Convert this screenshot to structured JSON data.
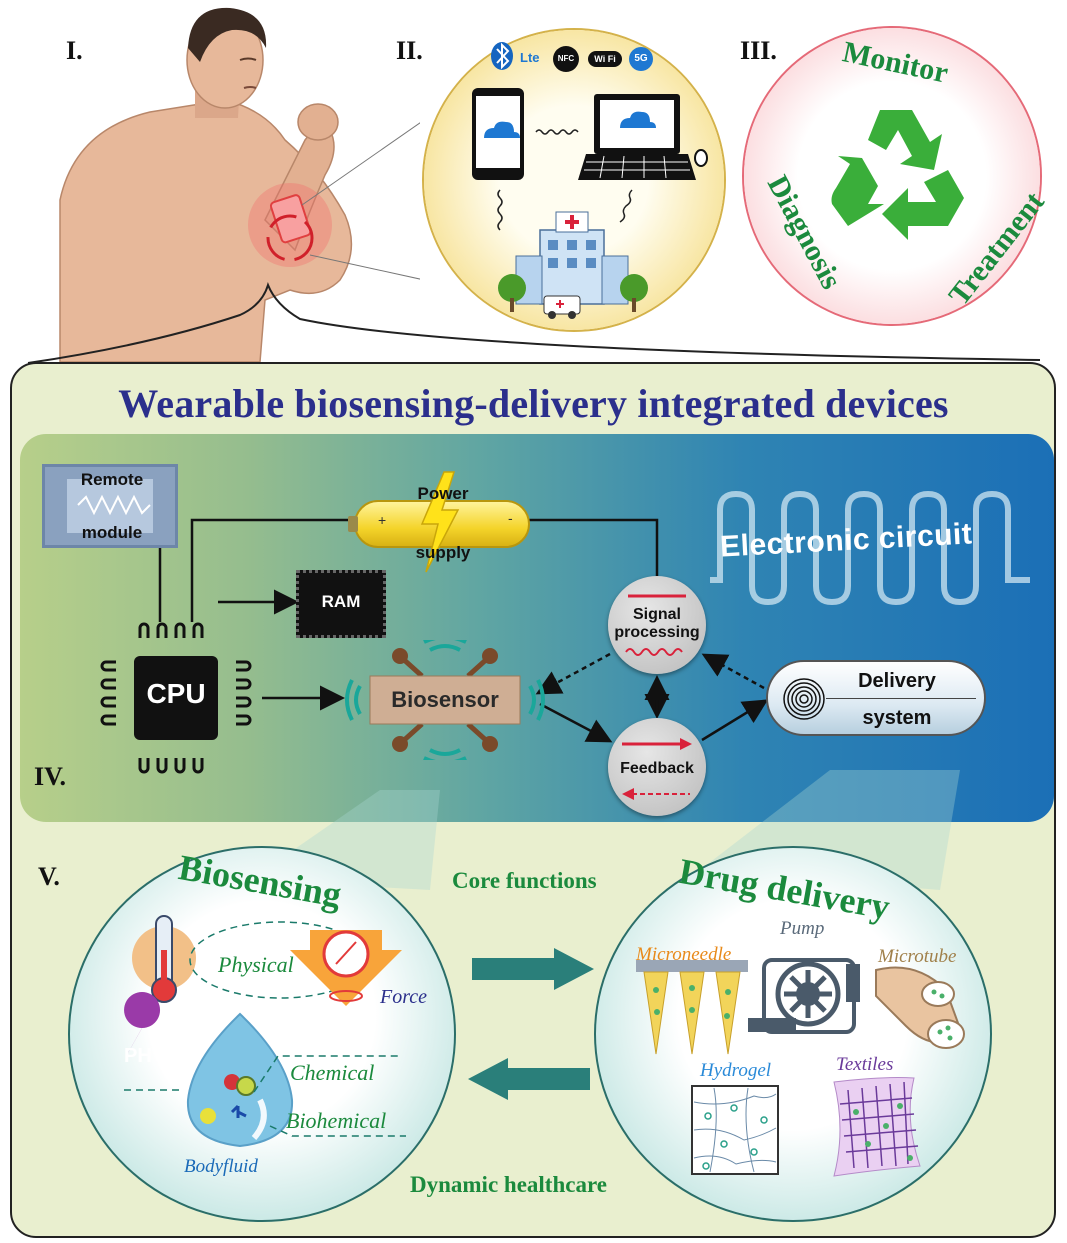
{
  "panels": {
    "i": "I.",
    "ii": "II.",
    "iii": "III.",
    "iv": "IV.",
    "v": "V."
  },
  "connectivity": {
    "icons": [
      "bluetooth-icon",
      "lte-icon",
      "nfc-icon",
      "wifi-icon",
      "5g-icon"
    ],
    "lte": "Lte",
    "nfc": "NFC",
    "wifi": "Wi Fi",
    "fiveg": "5G"
  },
  "cycle": {
    "monitor": "Monitor",
    "diagnosis": "Diagnosis",
    "treatment": "Treatment"
  },
  "title": "Wearable biosensing-delivery integrated devices",
  "circuit": {
    "remote_module_1": "Remote",
    "remote_module_2": "module",
    "power_1": "Power",
    "power_2": "supply",
    "ram": "RAM",
    "cpu": "CPU",
    "biosensor": "Biosensor",
    "signal_1": "Signal",
    "signal_2": "processing",
    "feedback": "Feedback",
    "delivery_1": "Delivery",
    "delivery_2": "system",
    "electronic_circuit": "Electronic circuit",
    "plus": "+",
    "minus": "-"
  },
  "functions": {
    "core": "Core functions",
    "dynamic": "Dynamic healthcare"
  },
  "biosensing": {
    "title": "Biosensing",
    "physical": "Physical",
    "force": "Force",
    "ph": "PH",
    "chemical": "Chemical",
    "biochemical": "Biohemical",
    "bodyfluid": "Bodyfluid"
  },
  "delivery": {
    "title": "Drug delivery",
    "microneedle": "Microneedle",
    "pump": "Pump",
    "microtube": "Microtube",
    "hydrogel": "Hydrogel",
    "textiles": "Textiles"
  },
  "colors": {
    "title_blue": "#2b2f8c",
    "green": "#1b8a3d",
    "teal_arrow": "#2a7f7a",
    "red": "#d9223b"
  }
}
